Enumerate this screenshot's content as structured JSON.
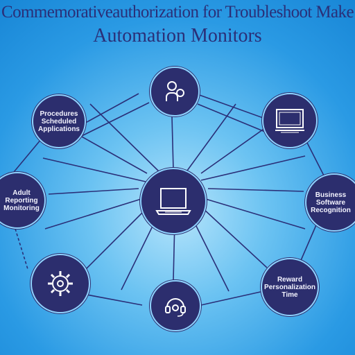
{
  "title": {
    "line1": "Commemorativeauthorization for Troubleshoot Make",
    "line2": "Automation Monitors"
  },
  "nodes": {
    "top_left": [
      "Procedures",
      "Scheduled",
      "Applications"
    ],
    "left": [
      "Adult",
      "Reporting",
      "Monitoring"
    ],
    "right": [
      "Business",
      "Software",
      "Recognition"
    ],
    "bottom_right": [
      "Reward",
      "Personalization",
      "Time"
    ]
  },
  "colors": {
    "background": "#2a9ae4",
    "node_fill": "#2c2e6e",
    "title": "#2a2f78",
    "lines": "#2a2f78"
  },
  "icons": {
    "top": "people-icon",
    "top_right": "monitor-icon",
    "center": "laptop-icon",
    "bottom_left": "gear-icon",
    "bottom": "headset-icon"
  }
}
